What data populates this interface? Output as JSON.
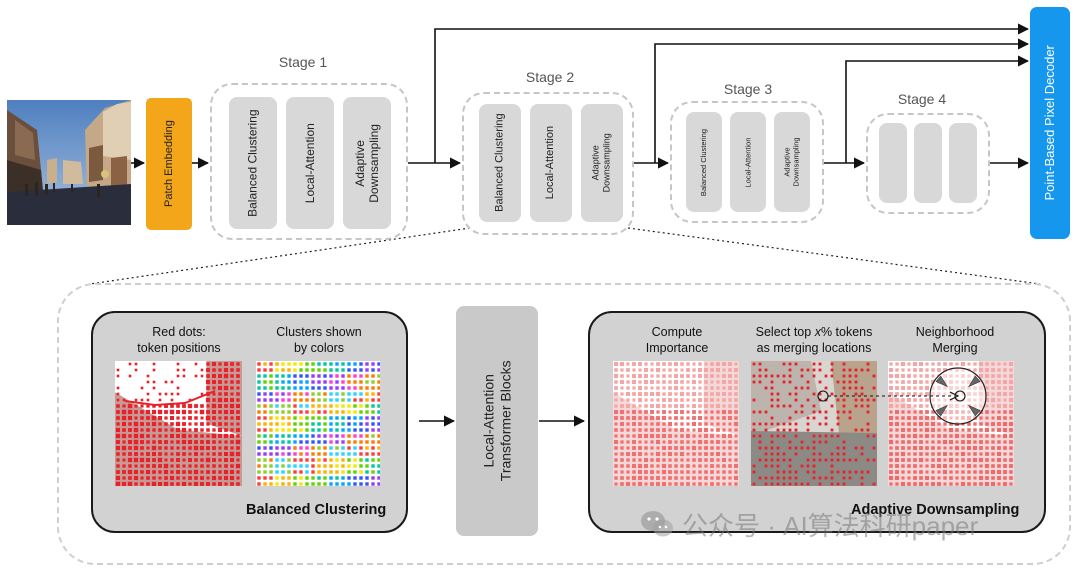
{
  "top": {
    "patch_embedding": "Patch Embedding",
    "decoder": "Point-Based Pixel Decoder",
    "stages": [
      {
        "label": "Stage 1",
        "blocks": [
          "Balanced Clustering",
          "Local-Attention",
          "Adaptive\nDownsampling"
        ]
      },
      {
        "label": "Stage 2",
        "blocks": [
          "Balanced Clustering",
          "Local-Attention",
          "Adaptive\nDownsampling"
        ]
      },
      {
        "label": "Stage 3",
        "blocks": [
          "Balanced Clustering",
          "Local-Attention",
          "Adaptive\nDownsampling"
        ]
      },
      {
        "label": "Stage 4",
        "blocks": [
          "",
          "",
          ""
        ]
      }
    ]
  },
  "detail": {
    "clustering": {
      "heading_left": "Red dots:\ntoken positions",
      "heading_right": "Clusters shown\nby colors",
      "title": "Balanced Clustering"
    },
    "local_attention": "Local-Attention\nTransformer Blocks",
    "downsampling": {
      "heading_1": "Compute\nImportance",
      "heading_2_pre": "Select top ",
      "heading_2_var": "x",
      "heading_2_post": "% tokens\nas merging locations",
      "heading_3": "Neighborhood\nMerging",
      "title": "Adaptive Downsampling"
    }
  },
  "watermark": "公众号 · AI算法科研paper",
  "colors": {
    "patch_embedding": "#f4a61a",
    "decoder": "#1597ee",
    "block": "#d8d8d8",
    "panel": "#d2d2d2",
    "token_dot": "#e8202a"
  }
}
